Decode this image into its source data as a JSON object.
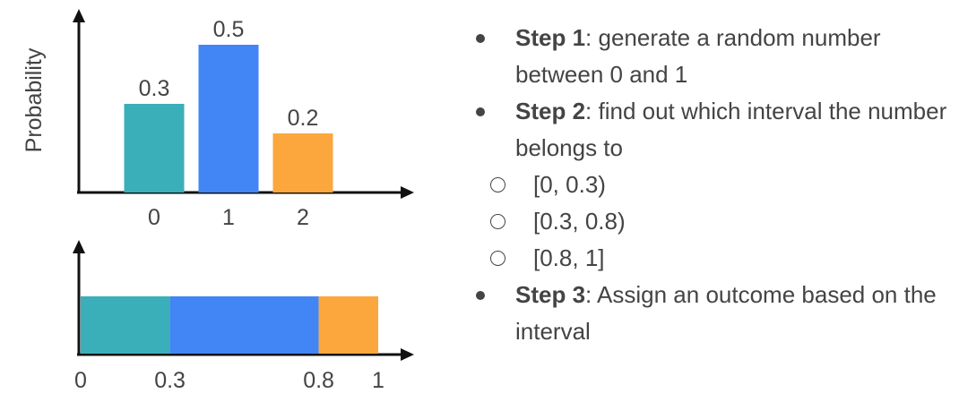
{
  "chart_data": [
    {
      "type": "bar",
      "categories": [
        "0",
        "1",
        "2"
      ],
      "values": [
        0.3,
        0.5,
        0.2
      ],
      "data_labels": [
        "0.3",
        "0.5",
        "0.2"
      ],
      "colors": [
        "#3AAFB9",
        "#4285F4",
        "#FBA73D"
      ],
      "ylabel": "Probability",
      "xlabel": "",
      "ylim": [
        0,
        0.6
      ],
      "grid": false
    },
    {
      "type": "bar",
      "orientation": "horizontal-stacked",
      "segments": [
        {
          "start": 0,
          "end": 0.3,
          "color": "#3AAFB9"
        },
        {
          "start": 0.3,
          "end": 0.8,
          "color": "#4285F4"
        },
        {
          "start": 0.8,
          "end": 1,
          "color": "#FBA73D"
        }
      ],
      "ticks": [
        "0",
        "0.3",
        "0.8",
        "1"
      ],
      "xlim": [
        0,
        1.1
      ],
      "grid": false
    }
  ],
  "steps": [
    {
      "label": "Step 1",
      "text": ": generate a random number between 0 and 1",
      "subs": []
    },
    {
      "label": "Step 2",
      "text": ": find out which interval the number belongs to",
      "subs": [
        "[0, 0.3)",
        "[0.3, 0.8)",
        "[0.8, 1]"
      ]
    },
    {
      "label": "Step 3",
      "text": ": Assign an outcome based on the interval",
      "subs": []
    }
  ]
}
